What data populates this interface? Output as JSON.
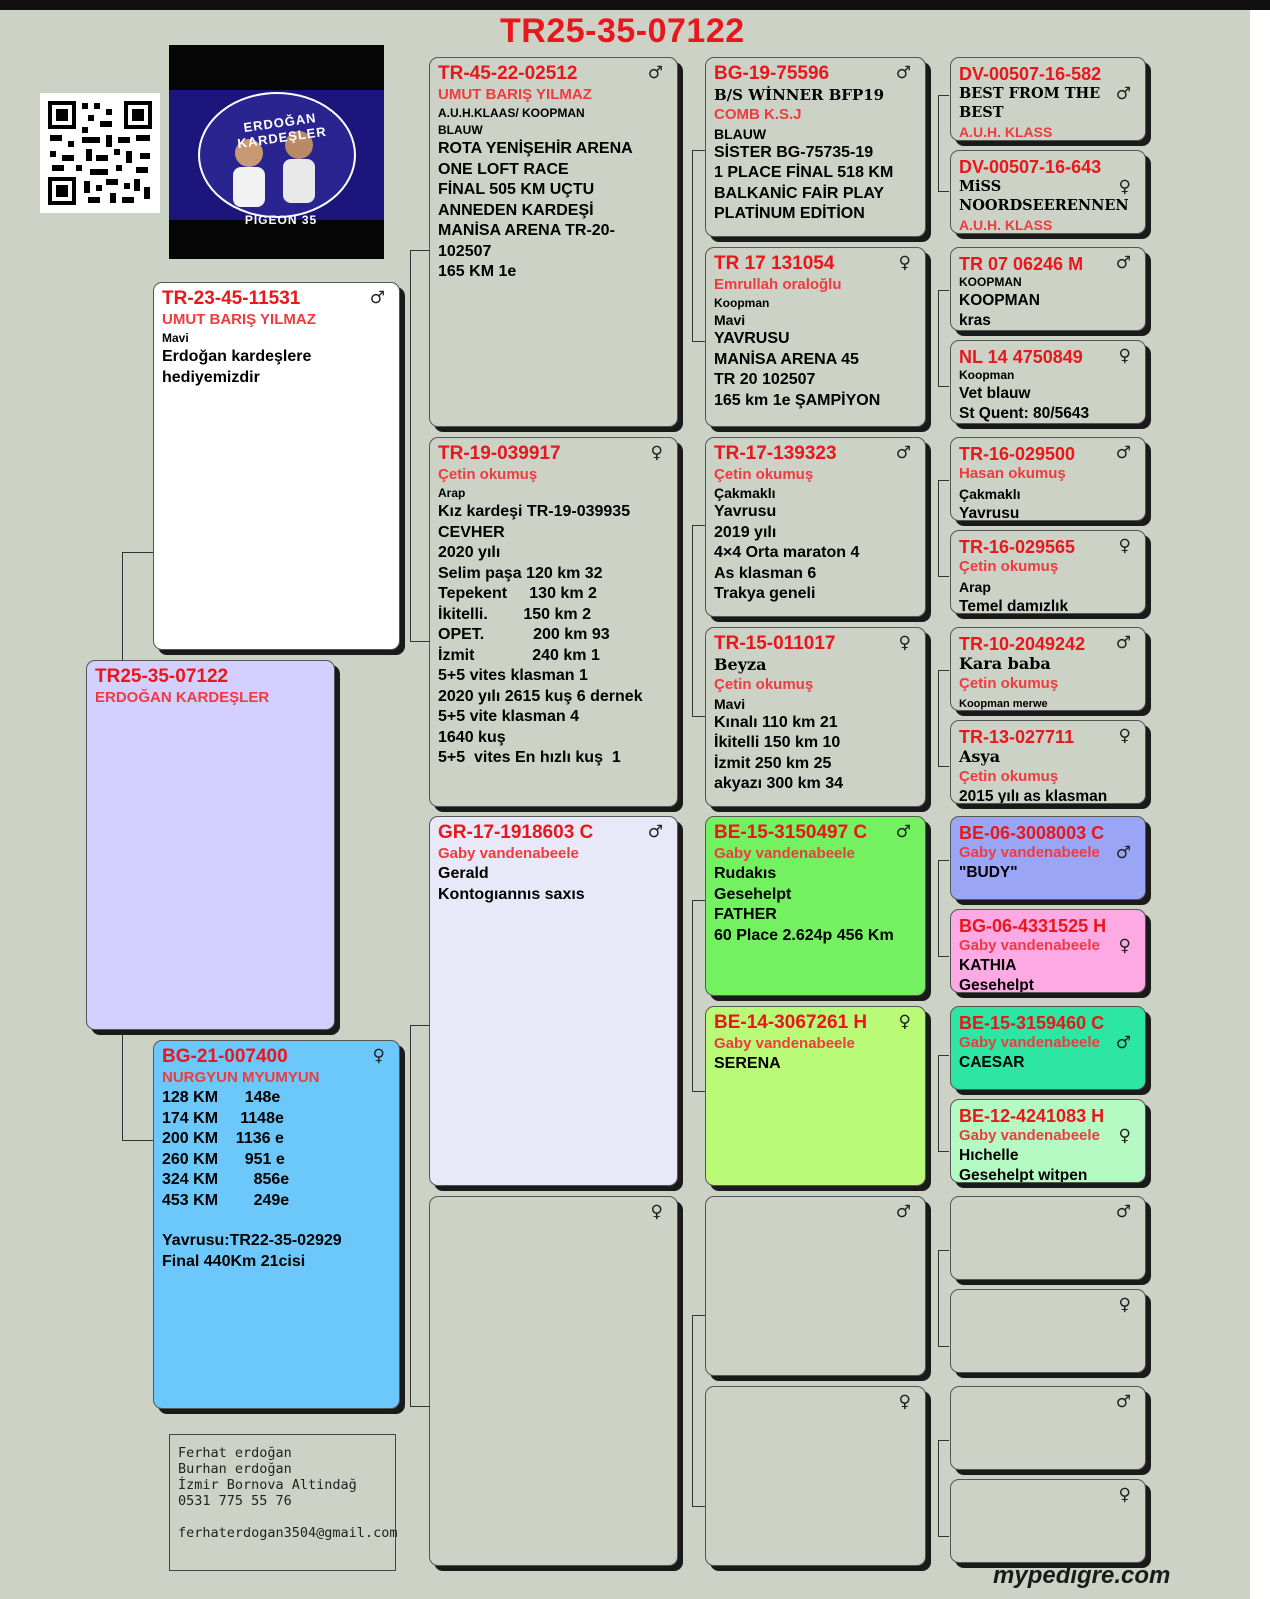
{
  "title": "TR25-35-07122",
  "watermark": "mypedigre.com",
  "logo": {
    "top_text": "ERDOĞAN KARDEŞLER",
    "bottom_text": "PIGEON 35"
  },
  "subject": {
    "ring": "TR25-35-07122",
    "breeder": "ERDOĞAN KARDEŞLER"
  },
  "sire": {
    "ring": "TR-23-45-11531",
    "sex": "♂",
    "breeder": "UMUT BARIŞ YILMAZ",
    "color": "Mavi",
    "notes": [
      "Erdoğan kardeşlere",
      "hediyemizdir"
    ]
  },
  "dam": {
    "ring": "BG-21-007400",
    "sex": "♀",
    "breeder": "NURGYUN MYUMYUN",
    "notes": [
      "128 KM      148e",
      "174 KM     1148e",
      "200 KM    1136 e",
      "260 KM      951 e",
      "324 KM        856e",
      "453 KM        249e",
      "",
      "Yavrusu:TR22-35-02929",
      "Final 440Km 21cisi"
    ]
  },
  "contact": [
    "Ferhat erdoğan",
    "Burhan erdoğan",
    "İzmir Bornova Altindağ",
    "0531 775 55 76",
    "",
    "ferhaterdogan3504@gmail.com"
  ],
  "gen2": [
    {
      "ring": "TR-45-22-02512",
      "sex": "♂",
      "breeder": "UMUT BARIŞ YILMAZ",
      "strain": "A.U.H.KLAAS/ KOOPMAN",
      "color": "BLAUW",
      "notes": [
        "ROTA YENİŞEHİR ARENA",
        "ONE LOFT RACE",
        "FİNAL 505 KM UÇTU",
        "ANNEDEN KARDEŞİ",
        "MANİSA ARENA TR-20-",
        "102507",
        "165 KM 1e"
      ]
    },
    {
      "ring": "TR-19-039917",
      "sex": "♀",
      "breeder": "Çetin okumuş",
      "color": "Arap",
      "notes": [
        "Kız kardeşi TR-19-039935",
        "CEVHER",
        "2020 yılı",
        "Selim paşa 120 km 32",
        "Tepekent     130 km 2",
        "İkitelli.        150 km 2",
        "OPET.           200 km 93",
        "İzmit             240 km 1",
        "5+5 vites klasman 1",
        "2020 yılı 2615 kuş 6 dernek",
        "5+5 vite klasman 4",
        "1640 kuş",
        "5+5  vites En hızlı kuş  1"
      ]
    },
    {
      "ring": "GR-17-1918603 C",
      "sex": "♂",
      "breeder": "Gaby vandenabeele",
      "notes": [
        "Gerald",
        "Kontogıannıs saxıs"
      ]
    },
    {
      "ring": "",
      "sex": "♀",
      "breeder": "",
      "notes": []
    }
  ],
  "gen3": [
    {
      "ring": "BG-19-75596",
      "sex": "♂",
      "name": "B/S WİNNER BFP19",
      "breeder": "COMB K.S.J",
      "color": "BLAUW",
      "notes": [
        "SİSTER BG-75735-19",
        "1 PLACE FİNAL 518 KM",
        "BALKANİC FAİR PLAY",
        "PLATİNUM EDİTİON"
      ]
    },
    {
      "ring": "TR 17 131054",
      "sex": "♀",
      "breeder": "Emrullah oraloğlu",
      "strain": "Koopman",
      "color": "Mavi",
      "notes": [
        "YAVRUSU",
        "MANİSA ARENA 45",
        "TR 20 102507",
        "165 km 1e ŞAMPİYON"
      ]
    },
    {
      "ring": "TR-17-139323",
      "sex": "♂",
      "breeder": "Çetin okumuş",
      "color": "Çakmaklı",
      "notes": [
        "Yavrusu",
        "2019 yılı",
        "4×4 Orta maraton 4",
        "As klasman 6",
        "Trakya geneli"
      ]
    },
    {
      "ring": "TR-15-011017",
      "sex": "♀",
      "name": "Beyza",
      "breeder": "Çetin okumuş",
      "color": "Mavi",
      "notes": [
        "Kınalı 110 km 21",
        "İkitelli 150 km 10",
        "İzmit 250 km 25",
        "akyazı 300 km 34"
      ]
    },
    {
      "ring": "BE-15-3150497 C",
      "sex": "♂",
      "breeder": "Gaby vandenabeele",
      "notes": [
        "Rudakıs",
        "Gesehelpt",
        "FATHER",
        "60 Place 2.624p 456 Km"
      ]
    },
    {
      "ring": "BE-14-3067261 H",
      "sex": "♀",
      "breeder": "Gaby vandenabeele",
      "notes": [
        "SERENA"
      ]
    },
    {
      "ring": "",
      "sex": "♂",
      "breeder": "",
      "notes": []
    },
    {
      "ring": "",
      "sex": "♀",
      "breeder": "",
      "notes": []
    }
  ],
  "gen4": [
    {
      "ring": "DV-00507-16-582",
      "sex": "♂",
      "name": "BEST FROM THE",
      "name2": "BEST",
      "extra": "A.U.H. KLASS"
    },
    {
      "ring": "DV-00507-16-643",
      "sex": "♀",
      "name": "MiSS",
      "name2": "NOORDSEERENNEN",
      "extra": "A.U.H. KLASS"
    },
    {
      "ring": "TR 07 06246 M",
      "sex": "♂",
      "strain": "KOOPMAN",
      "name": "KOOPMAN",
      "extra": "kras"
    },
    {
      "ring": "NL 14 4750849",
      "sex": "♀",
      "strain": "Koopman",
      "name": "Vet blauw",
      "extra": "St Quent: 80/5643"
    },
    {
      "ring": "TR-16-029500",
      "sex": "♂",
      "breeder": "Hasan okumuş",
      "name": "Çakmaklı",
      "extra": "Yavrusu"
    },
    {
      "ring": "TR-16-029565",
      "sex": "♀",
      "breeder": "Çetin okumuş",
      "name": "Arap",
      "extra": "Temel damızlık"
    },
    {
      "ring": "TR-10-2049242",
      "sex": "♂",
      "name": "Kara baba",
      "breeder": "Çetin okumuş",
      "extra": "Koopman merwe"
    },
    {
      "ring": "TR-13-027711",
      "sex": "♀",
      "name": "Asya",
      "breeder": "Çetin okumuş",
      "extra": "2015 yılı as klasman"
    },
    {
      "ring": "BE-06-3008003 C",
      "sex": "♂",
      "breeder": "Gaby vandenabeele",
      "name": "\"BUDY\""
    },
    {
      "ring": "BG-06-4331525 H",
      "sex": "♀",
      "breeder": "Gaby vandenabeele",
      "name": "KATHIA",
      "extra": "Gesehelpt"
    },
    {
      "ring": "BE-15-3159460 C",
      "sex": "♂",
      "breeder": "Gaby vandenabeele",
      "name": "CAESAR"
    },
    {
      "ring": "BE-12-4241083 H",
      "sex": "♀",
      "breeder": "Gaby vandenabeele",
      "name": "Hıchelle",
      "extra": "Gesehelpt witpen"
    },
    {
      "ring": "",
      "sex": "♂"
    },
    {
      "ring": "",
      "sex": "♀"
    },
    {
      "ring": "",
      "sex": "♂"
    },
    {
      "ring": "",
      "sex": "♀"
    }
  ],
  "colors": {
    "background": "#cdd2c6",
    "ring_red": "#e8171b",
    "subject": "#d3d0ff",
    "dam": "#6cc8fb",
    "gr_sire": "#e8e8f8",
    "be_father": "#73f160",
    "be_serena": "#b9fb76",
    "budy": "#9aa6f5",
    "kathia": "#fda9e4",
    "caesar": "#2de6a4",
    "hichelle": "#b4fac2"
  }
}
